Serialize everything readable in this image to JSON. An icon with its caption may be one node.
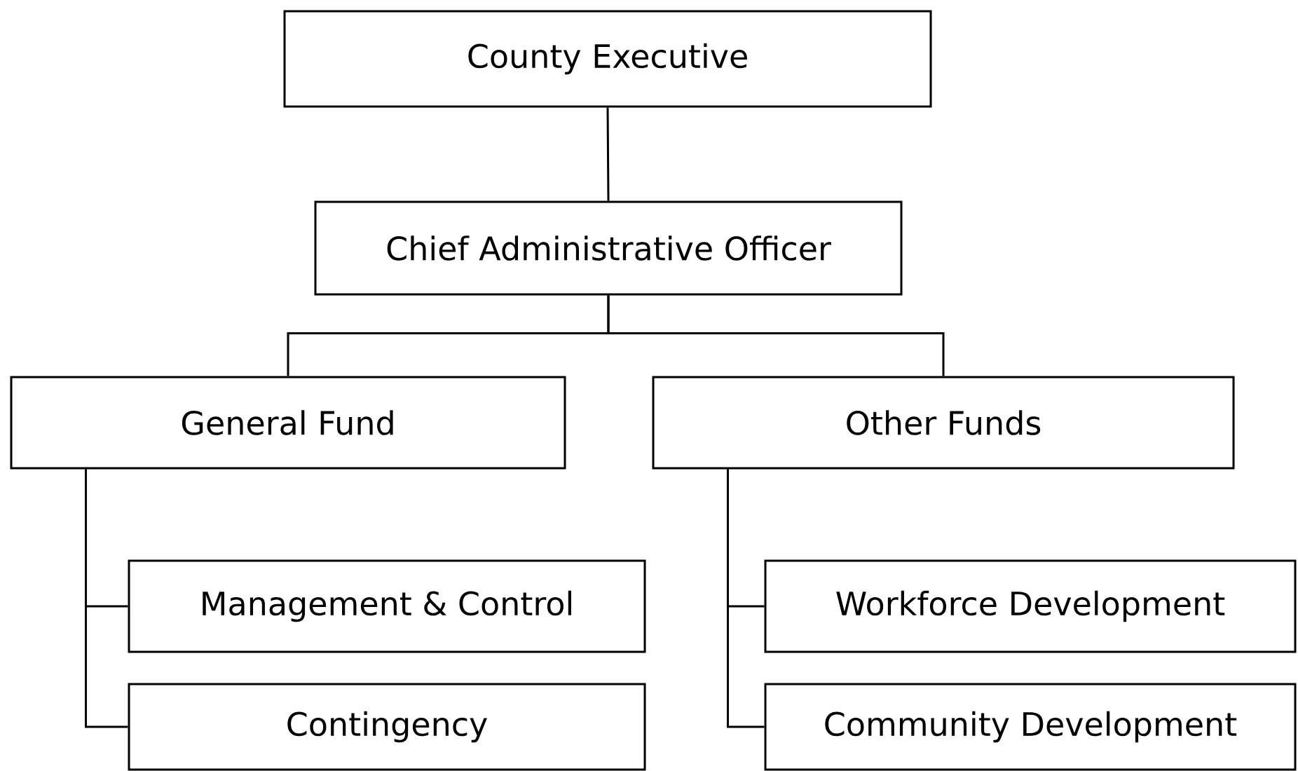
{
  "diagram": {
    "nodes": [
      {
        "text": [
          "County Executive"
        ]
      },
      {
        "text": [
          "Chief Administrative Officer"
        ]
      },
      {
        "text": [
          "General Fund"
        ]
      },
      {
        "text": [
          "Other Funds"
        ]
      },
      {
        "text": [
          "Management & Control"
        ]
      },
      {
        "text": [
          "Contingency"
        ]
      },
      {
        "text": [
          "Workforce Development"
        ]
      },
      {
        "text": [
          "Community Development"
        ]
      }
    ],
    "edges": [
      {
        "from": 0,
        "to": 1,
        "arrow": "none"
      },
      {
        "from": 1,
        "to": 2,
        "arrow": "none"
      },
      {
        "from": 1,
        "to": 3,
        "arrow": "none"
      },
      {
        "from": 2,
        "to": 4,
        "arrow": "none"
      },
      {
        "from": 2,
        "to": 5,
        "arrow": "none"
      },
      {
        "from": 3,
        "to": 6,
        "arrow": "none"
      },
      {
        "from": 3,
        "to": 7,
        "arrow": "none"
      }
    ]
  }
}
